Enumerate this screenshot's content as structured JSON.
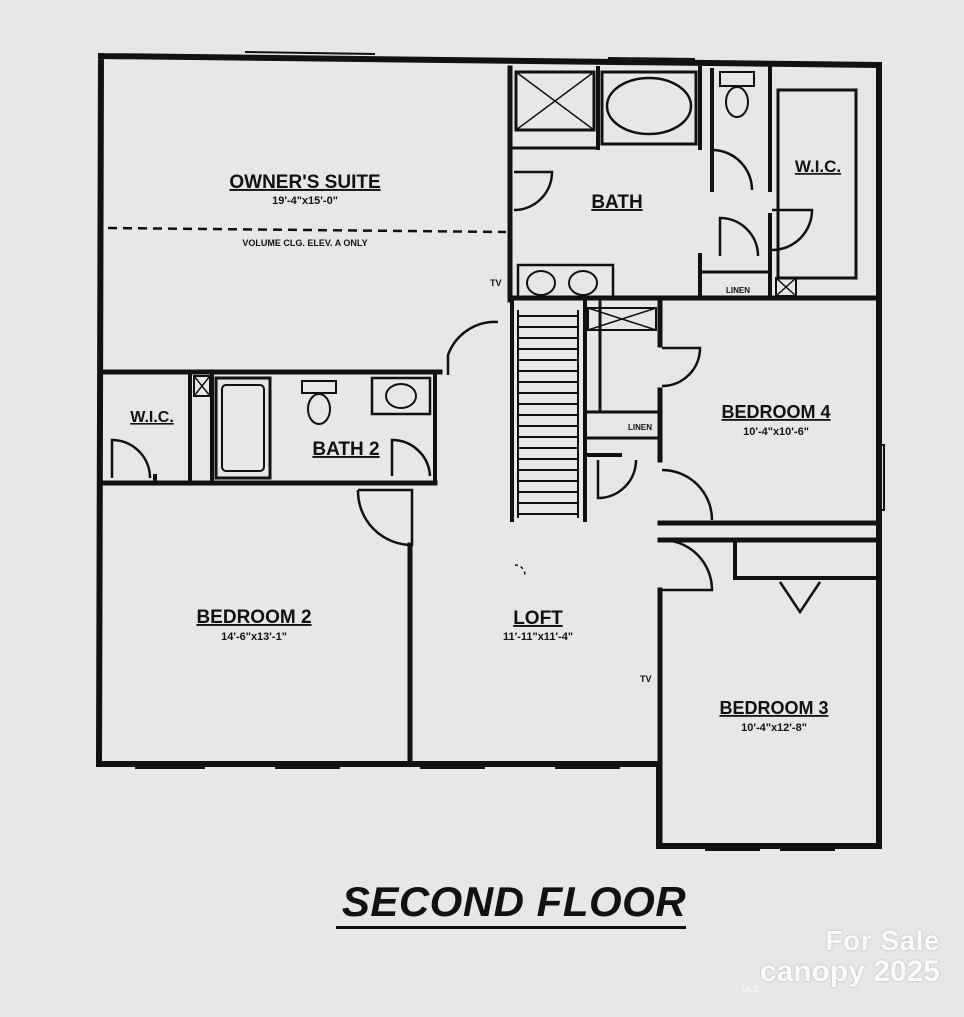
{
  "plan": {
    "title": "SECOND FLOOR",
    "rooms": {
      "owners_suite": {
        "name": "OWNER'S SUITE",
        "dims": "19'-4\"x15'-0\""
      },
      "volume_note": "VOLUME CLG. ELEV. A ONLY",
      "bath": {
        "name": "BATH"
      },
      "wic_owner": {
        "name": "W.I.C."
      },
      "linen_owner": "LINEN",
      "wic_bed2": {
        "name": "W.I.C."
      },
      "bath2": {
        "name": "BATH 2"
      },
      "bedroom4": {
        "name": "BEDROOM 4",
        "dims": "10'-4\"x10'-6\""
      },
      "linen_hall": "LINEN",
      "bedroom2": {
        "name": "BEDROOM 2",
        "dims": "14'-6\"x13'-1\""
      },
      "loft": {
        "name": "LOFT",
        "dims": "11'-11\"x11'-4\""
      },
      "bedroom3": {
        "name": "BEDROOM 3",
        "dims": "10'-4\"x12'-8\""
      },
      "tv_owner": "TV",
      "tv_loft": "TV"
    }
  },
  "watermark": {
    "line1": "For Sale",
    "line2": "canopy 2025",
    "sub": "MLS"
  },
  "colors": {
    "background": "#e7e7e5",
    "ink": "#111111"
  }
}
